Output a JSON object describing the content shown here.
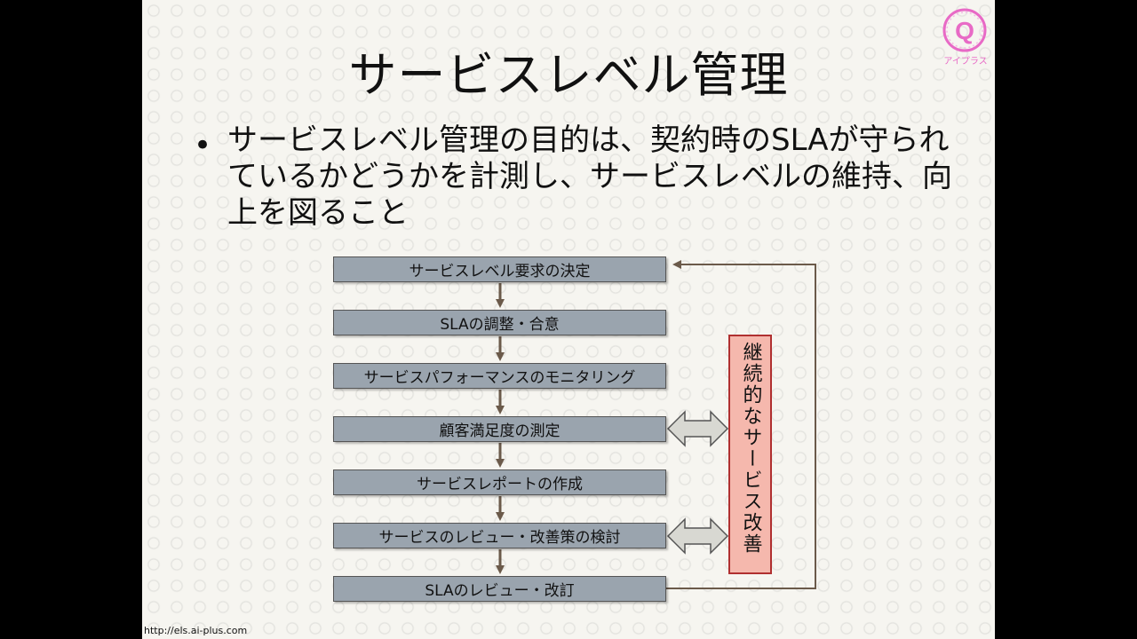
{
  "slide": {
    "title": "サービスレベル管理",
    "bullet_symbol": "•",
    "bullet_text": "サービスレベル管理の目的は、契約時のSLAが守られているかどうかを計測し、サービスレベルの維持、向上を図ること",
    "logo_letter": "Q",
    "logo_text": "アイプラス",
    "footer_url": "http://els.ai-plus.com"
  },
  "flow": {
    "steps": [
      "サービスレベル要求の決定",
      "SLAの調整・合意",
      "サービスパフォーマンスのモニタリング",
      "顧客満足度の測定",
      "サービスレポートの作成",
      "サービスのレビュー・改善策の検討",
      "SLAのレビュー・改訂"
    ],
    "side_label": "継続的なサービス改善"
  },
  "colors": {
    "box_fill": "#9aa4ae",
    "side_fill": "#f5b8ad",
    "side_border": "#b03030",
    "arrow": "#6b5a4a",
    "logo": "#e86ac6"
  }
}
